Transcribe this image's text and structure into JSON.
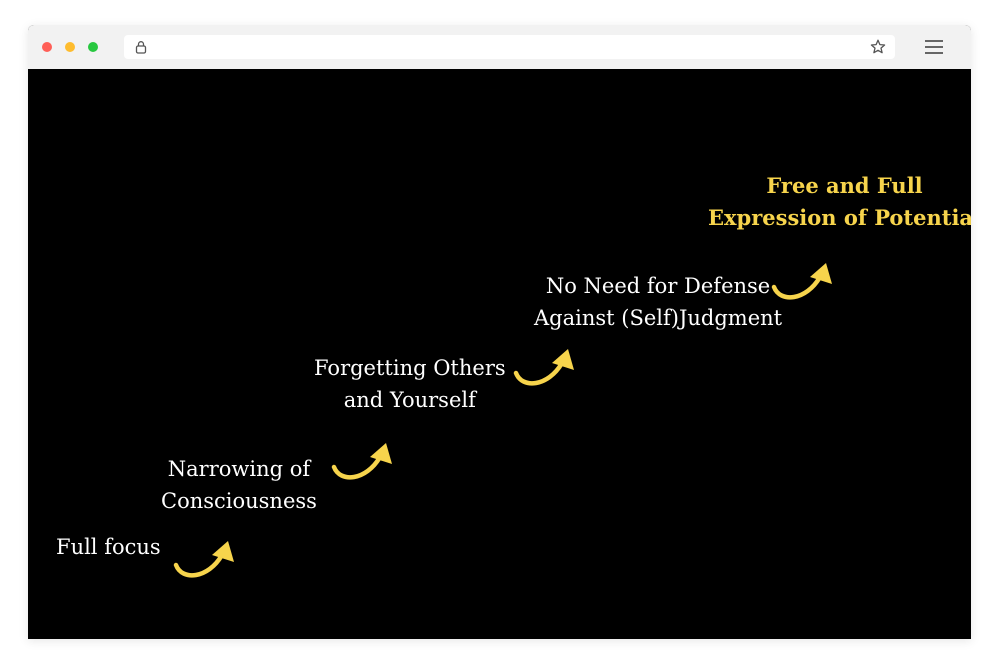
{
  "colors": {
    "background": "#000000",
    "text": "#ffffff",
    "accent": "#f7d44c",
    "chrome": "#f2f2f2"
  },
  "browser": {
    "lock_icon": "lock-icon",
    "star_icon": "star-icon",
    "menu_icon": "hamburger-menu-icon"
  },
  "steps": [
    {
      "lines": [
        "Full focus"
      ]
    },
    {
      "lines": [
        "Narrowing of",
        "Consciousness"
      ]
    },
    {
      "lines": [
        "Forgetting Others",
        "and Yourself"
      ]
    },
    {
      "lines": [
        "No Need for Defense",
        "Against (Self)Judgment"
      ]
    },
    {
      "lines": [
        "Free and Full",
        "Expression of Potential"
      ]
    }
  ]
}
